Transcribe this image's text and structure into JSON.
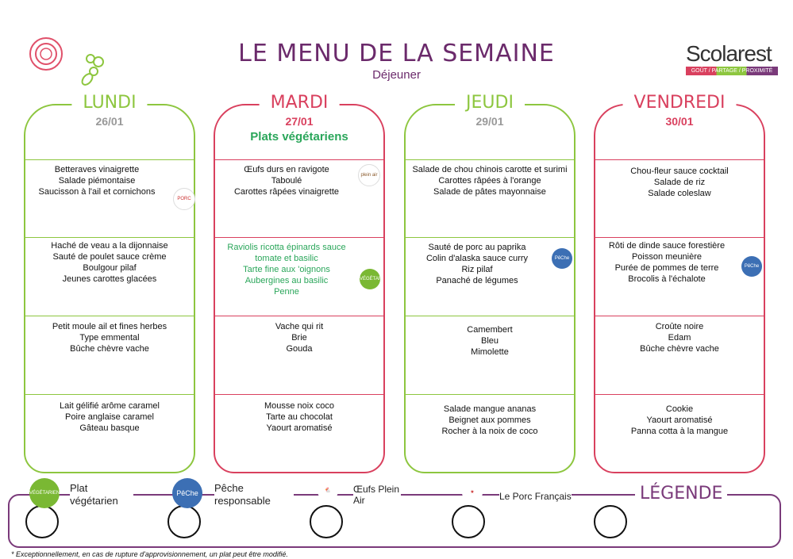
{
  "header": {
    "title": "LE MENU DE LA SEMAINE",
    "subtitle": "Déjeuner",
    "brand": "Scolarest",
    "tagline": "GOÛT / PARTAGE / PROXIMITÉ"
  },
  "colors": {
    "green": "#8dc63f",
    "red": "#d9405e",
    "purple": "#6b2a6b"
  },
  "days": [
    {
      "name": "LUNDI",
      "date": "26/01",
      "courses": [
        [
          "Betteraves vinaigrette",
          "Salade piémontaise",
          "Saucisson à l'ail et cornichons"
        ],
        [
          "Haché de veau a la dijonnaise",
          "Sauté de poulet sauce crème",
          "Boulgour pilaf",
          "Jeunes carottes glacées"
        ],
        [
          "Petit moule ail et fines herbes",
          "Type emmental",
          "Bûche chèvre vache"
        ],
        [
          "Lait gélifié arôme caramel",
          "Poire anglaise caramel",
          "Gâteau basque"
        ]
      ]
    },
    {
      "name": "MARDI",
      "date": "27/01",
      "theme": "Plats végétariens",
      "courses": [
        [
          "Œufs durs en ravigote",
          "Taboulé",
          "Carottes râpées vinaigrette"
        ],
        [
          "Raviolis ricotta épinards sauce tomate et basilic",
          "Tarte fine aux 'oignons",
          "Aubergines au basilic",
          "Penne"
        ],
        [
          "Vache qui rit",
          "Brie",
          "Gouda"
        ],
        [
          "Mousse noix coco",
          "Tarte au chocolat",
          "Yaourt aromatisé"
        ]
      ]
    },
    {
      "name": "JEUDI",
      "date": "29/01",
      "courses": [
        [
          "Salade de chou chinois carotte et surimi",
          "Carottes râpées à l'orange",
          "Salade de pâtes mayonnaise"
        ],
        [
          "Sauté de porc au paprika",
          "Colin d'alaska sauce curry",
          "Riz pilaf",
          "Panaché de légumes"
        ],
        [
          "Camembert",
          "Bleu",
          "Mimolette"
        ],
        [
          "Salade mangue ananas",
          "Beignet aux pommes",
          "Rocher à la noix de coco"
        ]
      ]
    },
    {
      "name": "VENDREDI",
      "date": "30/01",
      "courses": [
        [
          "Chou-fleur sauce cocktail",
          "Salade de riz",
          "Salade coleslaw"
        ],
        [
          "Rôti de dinde sauce forestière",
          "Poisson meunière",
          "Purée de pommes de terre",
          "Brocolis à l'échalote"
        ],
        [
          "Croûte noire",
          "Edam",
          "Bûche chèvre vache"
        ],
        [
          "Cookie",
          "Yaourt aromatisé",
          "Panna cotta à la mangue"
        ]
      ]
    }
  ],
  "badges": {
    "veg": "VÉGÉTARIEN",
    "peche": "PêChe",
    "oeuf": "plein air",
    "porc": "PORC"
  },
  "legend": {
    "title": "LÉGENDE",
    "items": [
      "Plat végétarien",
      "Pêche responsable",
      "Œufs Plein Air",
      "Le Porc Français"
    ]
  },
  "footnote": "* Exceptionnellement, en cas de rupture d'approvisionnement, un plat peut être modifié."
}
